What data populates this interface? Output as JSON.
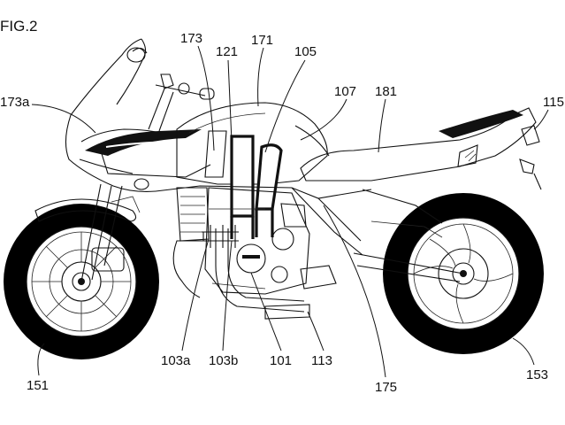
{
  "figure": {
    "title": "FIG.2"
  },
  "labels": {
    "l173": "173",
    "l121": "121",
    "l171": "171",
    "l105": "105",
    "l107": "107",
    "l181": "181",
    "l115": "115",
    "l173a": "173a",
    "l151": "151",
    "l103a": "103a",
    "l103b": "103b",
    "l101": "101",
    "l113": "113",
    "l175": "175",
    "l153": "153"
  }
}
